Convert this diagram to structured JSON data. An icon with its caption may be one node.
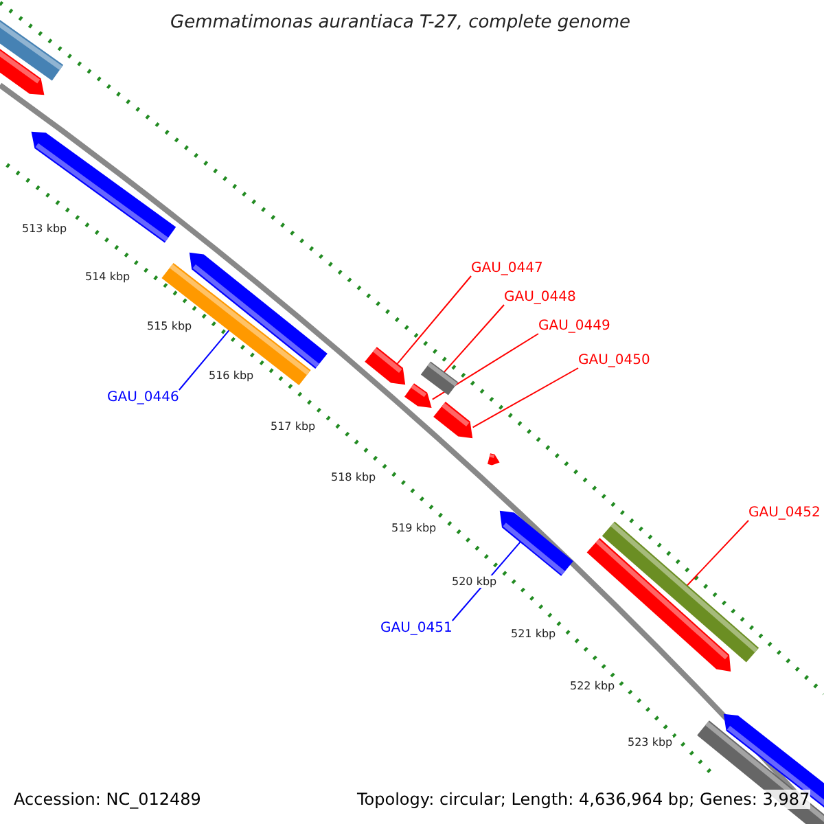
{
  "diagram": {
    "title": "Gemmatimonas aurantiaca T-27, complete genome",
    "nodes": [
      {
        "text": [
          "GAU_0446"
        ]
      },
      {
        "text": [
          "GAU_0447"
        ]
      },
      {
        "text": [
          "GAU_0448"
        ]
      },
      {
        "text": [
          "GAU_0449"
        ]
      },
      {
        "text": [
          "GAU_0450"
        ]
      },
      {
        "text": [
          "GAU_0451"
        ]
      },
      {
        "text": [
          "GAU_0452"
        ]
      },
      {
        "text": [],
        "shape": "bar"
      },
      {
        "text": [],
        "shape": "bar"
      },
      {
        "text": [],
        "shape": "bar"
      },
      {
        "text": [],
        "shape": "bar"
      },
      {
        "text": [],
        "shape": "bar"
      },
      {
        "text": [],
        "shape": "bar"
      },
      {
        "text": [],
        "shape": "bar"
      }
    ],
    "edges": [
      {
        "from": 0,
        "to": 7,
        "arrow": "none",
        "color": "#0000ff"
      },
      {
        "from": 1,
        "to": 8,
        "arrow": "none"
      },
      {
        "from": 2,
        "to": 9,
        "arrow": "none"
      },
      {
        "from": 3,
        "to": 10,
        "arrow": "none"
      },
      {
        "from": 4,
        "to": 11,
        "arrow": "none"
      },
      {
        "from": 5,
        "to": 12,
        "arrow": "none",
        "color": "#0000ff"
      },
      {
        "from": 6,
        "to": 13,
        "arrow": "none"
      }
    ],
    "labels": [
      "513 kbp",
      "514 kbp",
      "515 kbp",
      "516 kbp",
      "517 kbp",
      "518 kbp",
      "519 kbp",
      "520 kbp",
      "521 kbp",
      "522 kbp",
      "523 kbp",
      "Accession: NC_012489",
      "Topology: circular; Length: 4,636,964 bp; Genes: 3,987"
    ]
  }
}
